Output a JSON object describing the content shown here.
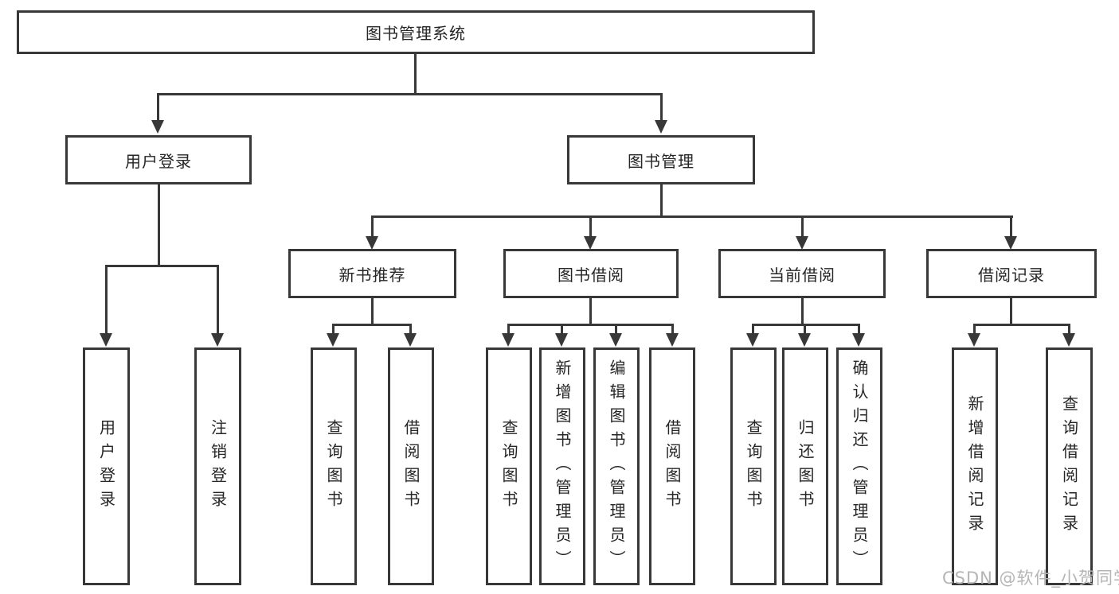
{
  "nodes": {
    "root": "图书管理系统",
    "user_login": "用户登录",
    "book_management": "图书管理",
    "new_book_recommend": "新书推荐",
    "book_borrow": "图书借阅",
    "current_borrow": "当前借阅",
    "borrow_records": "借阅记录"
  },
  "leaves": {
    "user_login": "用户登录",
    "logout": "注销登录",
    "nb_query": "查询图书",
    "nb_borrow": "借阅图书",
    "bb_query": "查询图书",
    "bb_add": "新增图书（管理员）",
    "bb_edit": "编辑图书（管理员）",
    "bb_borrow": "借阅图书",
    "cb_query": "查询图书",
    "cb_return": "归还图书",
    "cb_confirm": "确认归还（管理员）",
    "br_add": "新增借阅记录",
    "br_query": "查询借阅记录"
  },
  "watermark": "CSDN @软件_小贺同学",
  "colors": {
    "line": "#383838",
    "text": "#262626",
    "watermark": "#b5b5b5",
    "background": "#ffffff"
  }
}
